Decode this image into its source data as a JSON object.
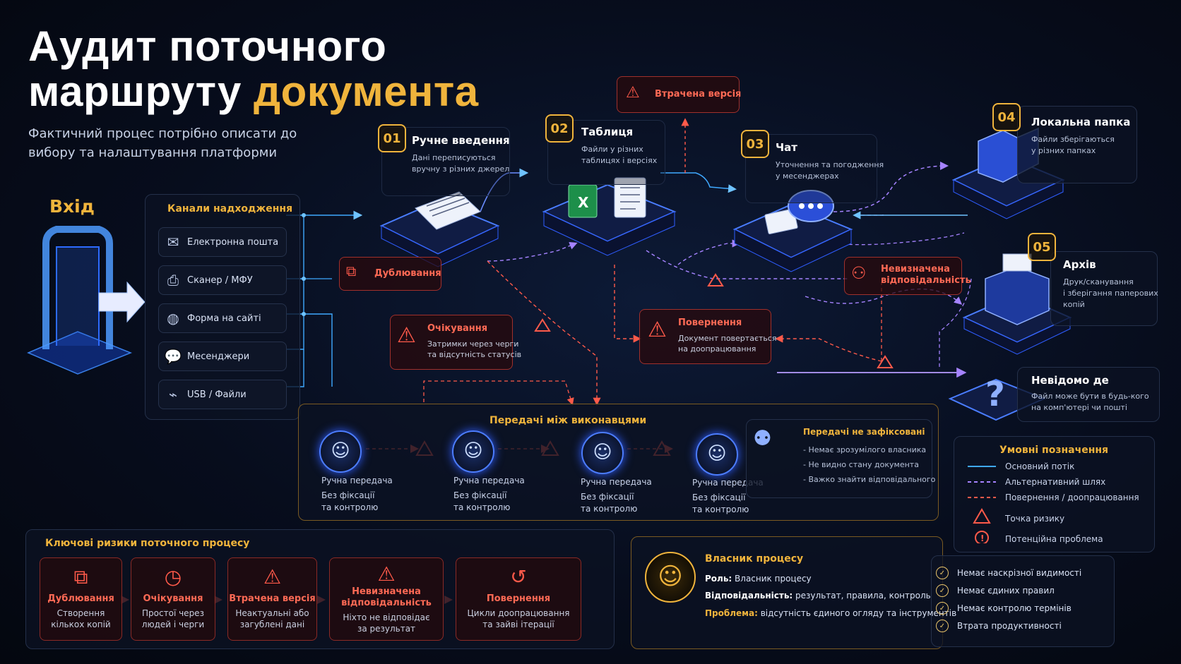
{
  "header": {
    "title_line1": "Аудит поточного",
    "title_line2_a": "маршруту",
    "title_line2_b": "документа",
    "subtitle": "Фактичний процес потрібно описати до вибору та налаштування платформи"
  },
  "entry": {
    "label": "Вхід"
  },
  "channels": {
    "title": "Канали надходження",
    "items": [
      {
        "icon": "mail-icon",
        "label": "Електронна пошта"
      },
      {
        "icon": "printer-icon",
        "label": "Сканер / МФУ"
      },
      {
        "icon": "globe-icon",
        "label": "Форма на сайті"
      },
      {
        "icon": "chat-icon",
        "label": "Месенджери"
      },
      {
        "icon": "usb-icon",
        "label": "USB / Файли"
      }
    ]
  },
  "steps": [
    {
      "num": "01",
      "title": "Ручне введення",
      "desc": [
        "Дані переписуються",
        "вручну з різних джерел"
      ]
    },
    {
      "num": "02",
      "title": "Таблиця",
      "desc": [
        "Файли у різних",
        "таблицях і версіях"
      ]
    },
    {
      "num": "03",
      "title": "Чат",
      "desc": [
        "Уточнення та погодження",
        "у месенджерах"
      ]
    },
    {
      "num": "04",
      "title": "Локальна папка",
      "desc": [
        "Файли зберігаються",
        "у різних папках"
      ]
    },
    {
      "num": "05",
      "title": "Архів",
      "desc": [
        "Друк/сканування",
        "і зберігання паперових",
        "копій"
      ]
    }
  ],
  "unknown": {
    "title": "Невідомо де",
    "desc": [
      "Файл може бути в будь-кого",
      "на комп'ютері чи пошті"
    ]
  },
  "warnings": {
    "lost_version": "Втрачена версія",
    "duplication": "Дублювання",
    "waiting": {
      "title": "Очікування",
      "desc": [
        "Затримки через черги",
        "та відсутність статусів"
      ]
    },
    "undefined_resp": [
      "Невизначена",
      "відповідальність"
    ],
    "return": {
      "title": "Повернення",
      "desc": [
        "Документ повертається",
        "на доопрацювання"
      ]
    }
  },
  "handoffs": {
    "title": "Передачі між виконавцями",
    "persons": [
      {
        "l1": "Ручна передача",
        "l2": "Без фіксації",
        "l3": "та контролю"
      },
      {
        "l1": "Ручна передача",
        "l2": "Без фіксації",
        "l3": "та контролю"
      },
      {
        "l1": "Ручна передача",
        "l2": "Без фіксації",
        "l3": "та контролю"
      },
      {
        "l1": "Ручна передача",
        "l2": "Без фіксації",
        "l3": "та контролю"
      }
    ],
    "unrecorded": {
      "title": "Передачі не зафіксовані",
      "items": [
        "- Немає зрозумілого власника",
        "- Не видно стану документа",
        "- Важко знайти відповідального"
      ]
    }
  },
  "legend": {
    "title": "Умовні позначення",
    "items": [
      "Основний потік",
      "Альтернативний шлях",
      "Повернення / доопрацювання",
      "Точка ризику",
      "Потенційна проблема"
    ]
  },
  "risks": {
    "title": "Ключові ризики поточного процесу",
    "items": [
      {
        "icon": "duplicate-icon",
        "title": [
          "Дублювання"
        ],
        "desc": [
          "Створення",
          "кількох копій"
        ]
      },
      {
        "icon": "clock-icon",
        "title": [
          "Очікування"
        ],
        "desc": [
          "Простої через",
          "людей і черги"
        ]
      },
      {
        "icon": "warning-icon",
        "title": [
          "Втрачена версія"
        ],
        "desc": [
          "Неактуальні або",
          "загублені дані"
        ]
      },
      {
        "icon": "warning-icon",
        "title": [
          "Невизначена",
          "відповідальність"
        ],
        "desc": [
          "Ніхто не відповідає",
          "за результат"
        ]
      },
      {
        "icon": "return-icon",
        "title": [
          "Повернення"
        ],
        "desc": [
          "Цикли доопрацювання",
          "та зайві ітерації"
        ]
      }
    ]
  },
  "owner": {
    "title": "Власник процесу",
    "role_label": "Роль:",
    "role_value": "Власник процесу",
    "resp_label": "Відповідальність:",
    "resp_value": "результат, правила, контроль",
    "problem_label": "Проблема:",
    "problem_value": "відсутність єдиного огляду та інструментів",
    "checks": [
      "Немає наскрізної видимості",
      "Немає єдиних правил",
      "Немає контролю термінів",
      "Втрата продуктивності"
    ]
  },
  "colors": {
    "accent": "#f0b43c",
    "flow": "#3fa9ff",
    "alt": "#9a6bff",
    "risk": "#ff4a3d"
  }
}
